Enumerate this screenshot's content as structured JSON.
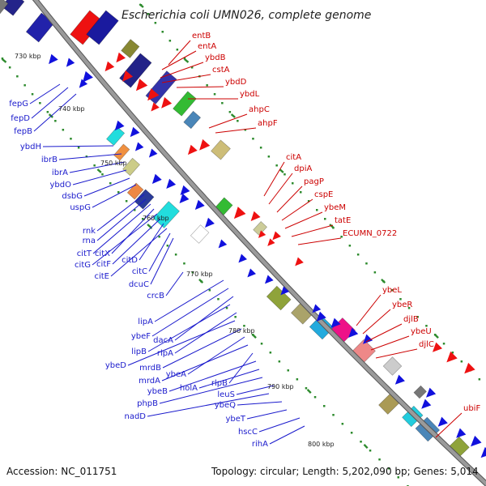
{
  "title": "Escherichia coli UMN026, complete genome",
  "accession": "Accession: NC_011751",
  "summary": "Topology: circular; Length: 5,202,090 bp; Genes: 5,014",
  "colors": {
    "backbone": "#9a9a9a",
    "backbone_edge": "#555555",
    "tick": "#2e8b2e",
    "forward_label": "#cc0000",
    "reverse_label": "#1a1acc",
    "forward_feature": "#ee1111",
    "reverse_feature": "#1111dd"
  },
  "scale_labels": [
    "730 kbp",
    "740 kbp",
    "750 kbp",
    "760 kbp",
    "770 kbp",
    "780 kbp",
    "790 kbp",
    "800 kbp"
  ],
  "forward_genes": [
    "entB",
    "entA",
    "ybdB",
    "cstA",
    "ybdD",
    "ybdL",
    "ahpC",
    "ahpF",
    "citA",
    "dpiA",
    "pagP",
    "cspE",
    "ybeM",
    "tatE",
    "ECUMN_0722",
    "ybeL",
    "ybeR",
    "djlB",
    "ybeU",
    "djlC",
    "ubiF"
  ],
  "reverse_genes": [
    "fepG",
    "fepD",
    "fepB",
    "ybdH",
    "ibrB",
    "ibrA",
    "ybdO",
    "dsbG",
    "uspG",
    "rnk",
    "rna",
    "citT",
    "citX",
    "citG",
    "citF",
    "citD",
    "citE",
    "citC",
    "dcuC",
    "crcB",
    "lipA",
    "ybeF",
    "dacA",
    "lipB",
    "rlpA",
    "ybeD",
    "mrdB",
    "ybeA",
    "mrdA",
    "rlpB",
    "ybeB",
    "holA",
    "phpB",
    "leuS",
    "nadD",
    "ybeQ",
    "ybeT",
    "hscC",
    "rihA"
  ]
}
